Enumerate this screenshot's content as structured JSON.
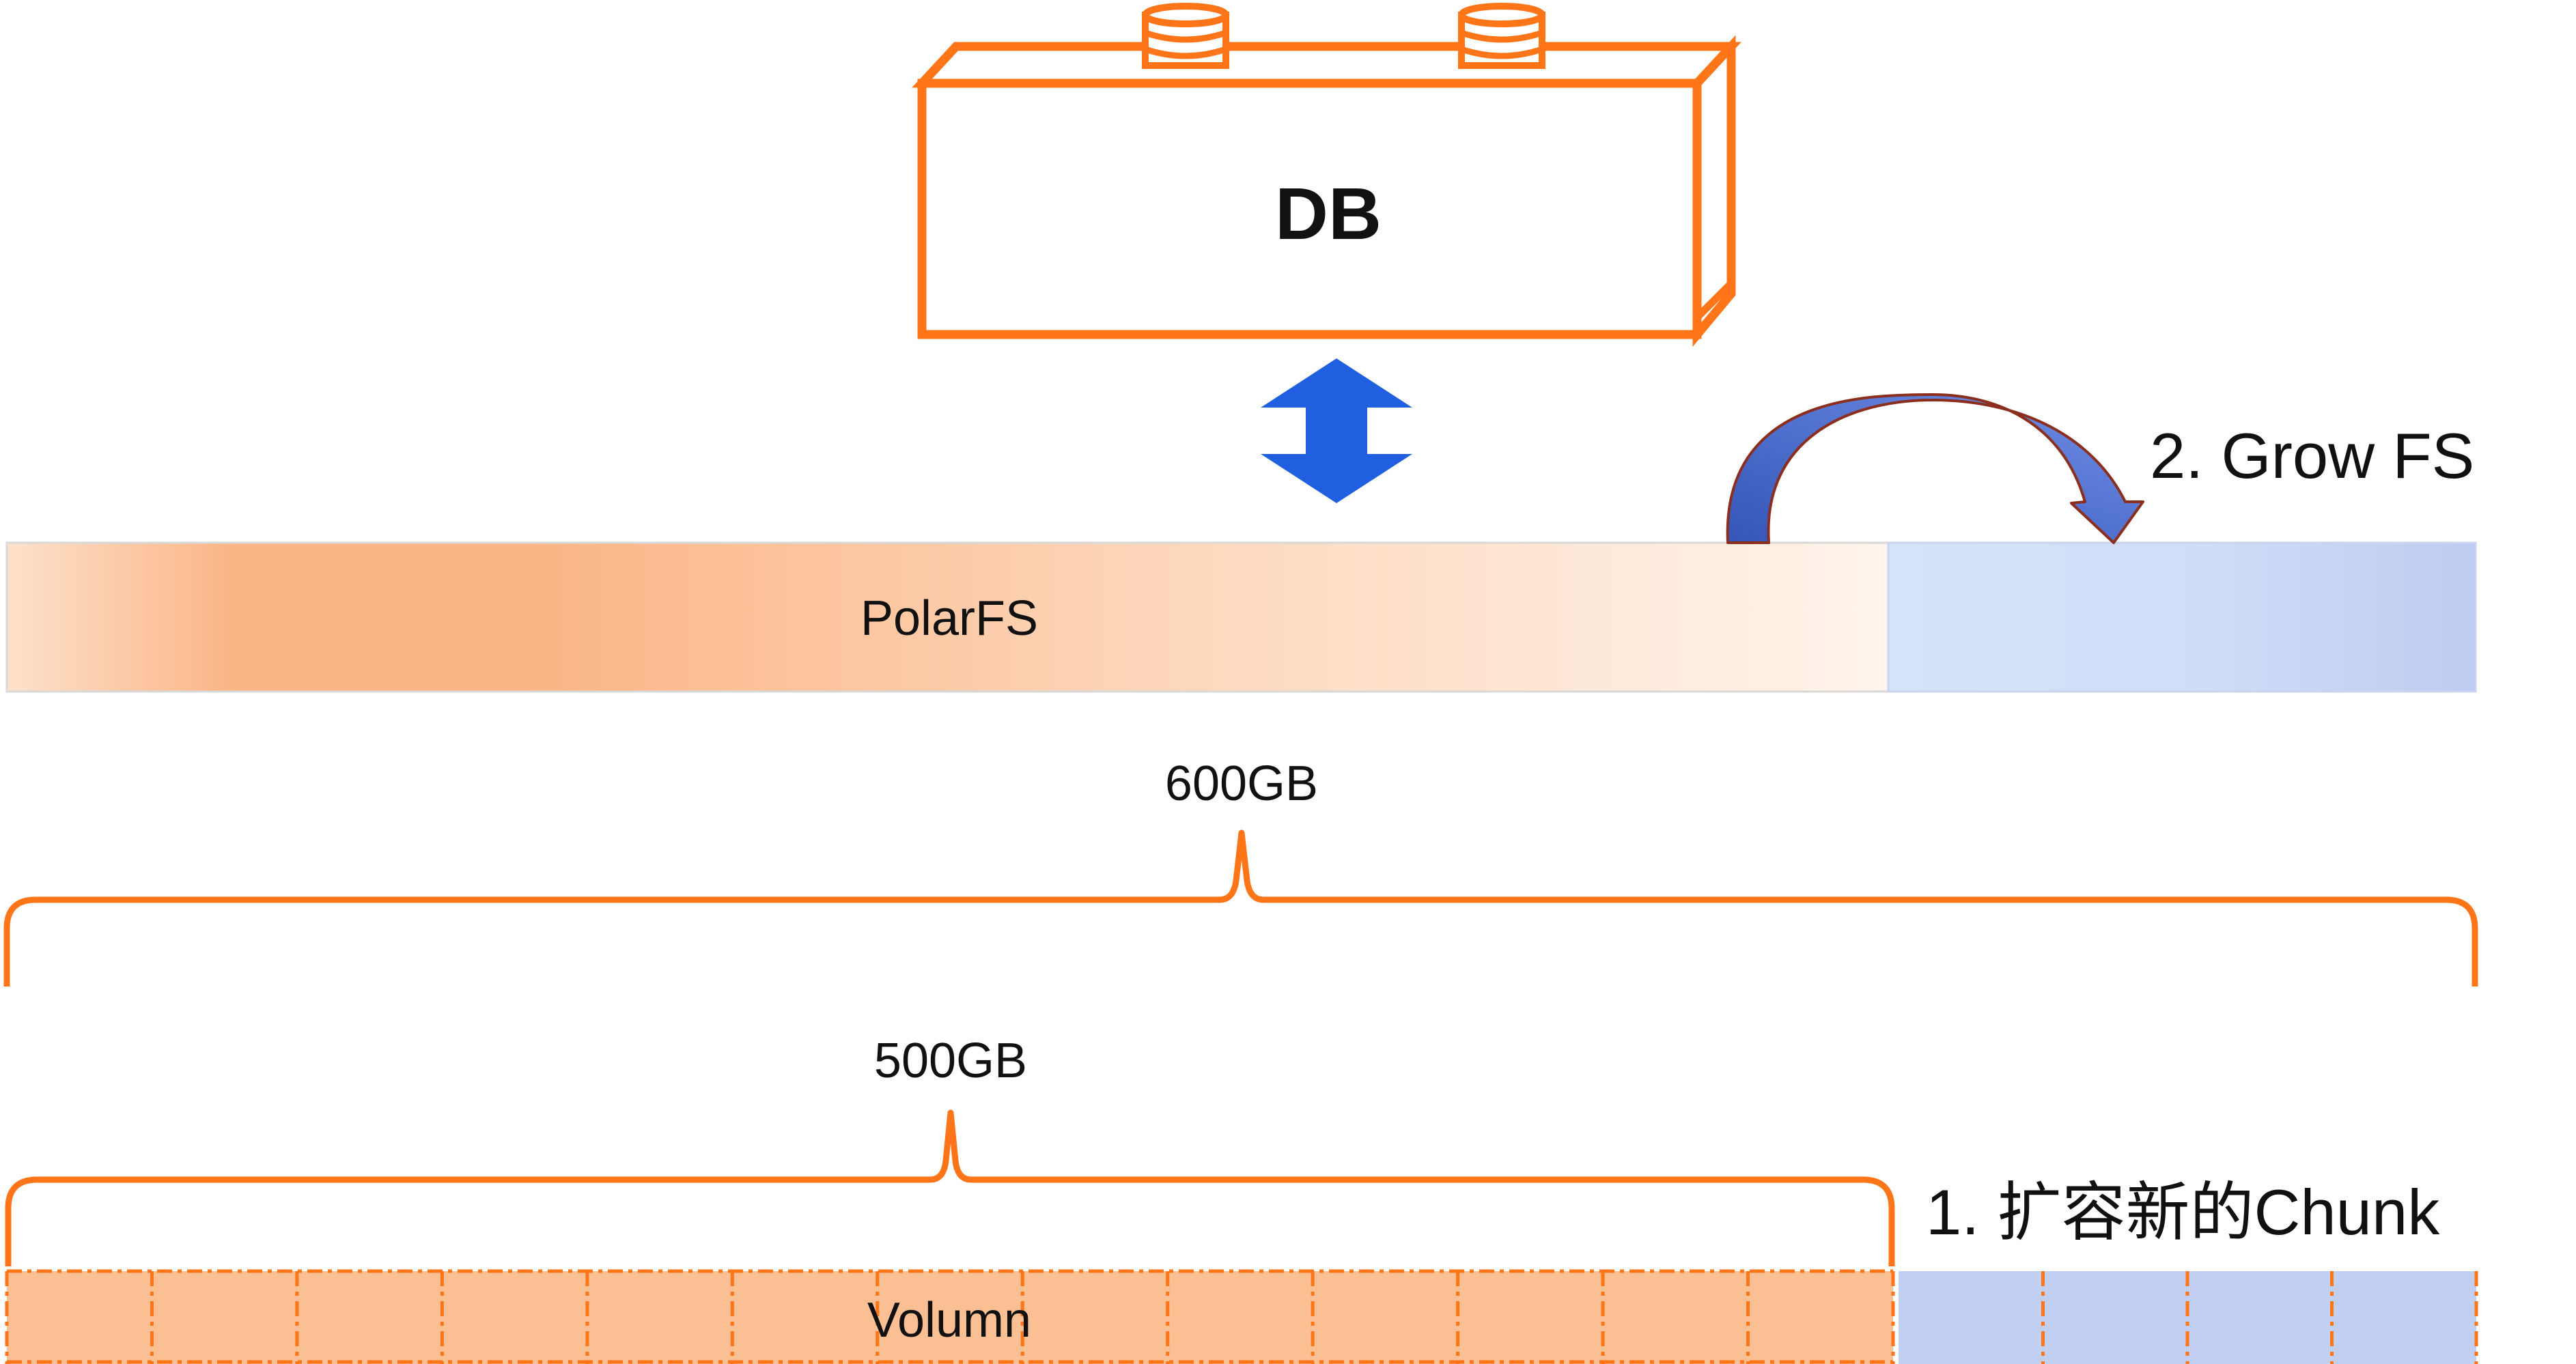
{
  "diagram": {
    "db_label": "DB",
    "polarfs_label": "PolarFS",
    "grow_fs_label": "2. Grow FS",
    "size_total_label": "600GB",
    "size_volume_label": "500GB",
    "new_chunk_label": "1. 扩容新的Chunk",
    "volume_label": "Volumn"
  },
  "colors": {
    "orange": "#FF7518",
    "orange_fill": "#FBBF94",
    "blue_arrow": "#2060E0",
    "blue_chunk": "#C0CFF2",
    "curve_arrow": "#4A6FD0"
  },
  "counts": {
    "volume_chunks": 13,
    "new_chunks": 4
  }
}
